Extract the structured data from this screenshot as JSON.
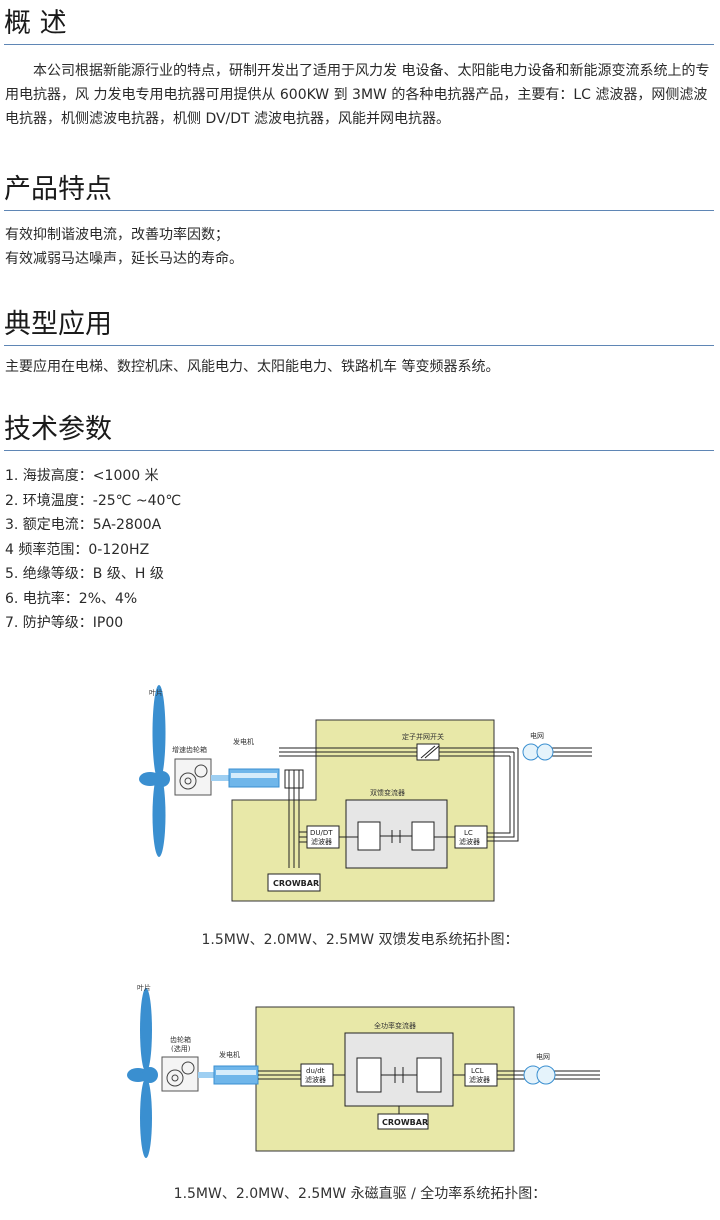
{
  "sections": {
    "overview": {
      "title": "概 述",
      "text": "本公司根据新能源行业的特点，研制开发出了适用于风力发 电设备、太阳能电力设备和新能源变流系统上的专用电抗器，风 力发电专用电抗器可用提供从 600KW 到 3MW 的各种电抗器产品，主要有：LC 滤波器，网侧滤波电抗器，机侧滤波电抗器，机侧 DV/DT 滤波电抗器，风能并网电抗器。"
    },
    "features": {
      "title": "产品特点",
      "lines": [
        "有效抑制谐波电流，改善功率因数；",
        "有效减弱马达噪声，延长马达的寿命。"
      ]
    },
    "applications": {
      "title": "典型应用",
      "text": "主要应用在电梯、数控机床、风能电力、太阳能电力、铁路机车 等变频器系统。"
    },
    "specs": {
      "title": "技术参数",
      "items": [
        "1. 海拔高度：<1000 米",
        "2. 环境温度：-25℃ ~40℃",
        "3. 额定电流：5A-2800A",
        "4 频率范围：0-120HZ",
        "5. 绝缘等级：B 级、H 级",
        "6. 电抗率：2%、4%",
        "7. 防护等级：IP00"
      ]
    }
  },
  "diagram1": {
    "caption": "1.5MW、2.0MW、2.5MW 双馈发电系统拓扑图：",
    "labels": {
      "blade": "叶片",
      "gearbox": "增速齿轮箱",
      "generator": "发电机",
      "stator_switch": "定子并网开关",
      "grid": "电网",
      "converter": "双馈变流器",
      "dvdt_1": "DU/DT",
      "dvdt_2": "滤波器",
      "lc_1": "LC",
      "lc_2": "滤波器",
      "crowbar": "CROWBAR"
    }
  },
  "diagram2": {
    "caption": "1.5MW、2.0MW、2.5MW 永磁直驱 / 全功率系统拓扑图：",
    "labels": {
      "blade": "叶片",
      "gearbox_1": "齿轮箱",
      "gearbox_2": "(选用)",
      "generator": "发电机",
      "converter": "全功率变流器",
      "dvdt_1": "du/dt",
      "dvdt_2": "滤波器",
      "lcl_1": "LCL",
      "lcl_2": "滤波器",
      "crowbar": "CROWBAR",
      "grid": "电网"
    }
  }
}
